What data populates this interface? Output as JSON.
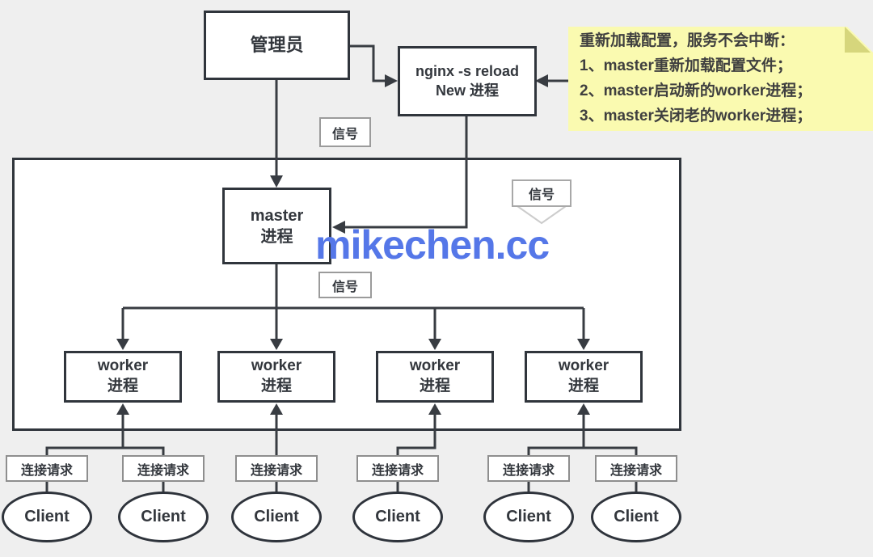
{
  "nodes": {
    "admin_label": "管理员",
    "reload_line1": "nginx -s reload",
    "reload_line2": "New 进程",
    "master_line1": "master",
    "master_line2": "进程",
    "worker_line1": "worker",
    "worker_line2": "进程",
    "signal_label": "信号",
    "request_label": "连接请求",
    "client_label": "Client"
  },
  "note": {
    "line1": "重新加载配置，服务不会中断：",
    "line2": "1、master重新加载配置文件；",
    "line3": "2、master启动新的worker进程；",
    "line4": "3、master关闭老的worker进程；"
  },
  "watermark": {
    "text": "mikechen.cc",
    "color": "#5577e8"
  },
  "colors": {
    "page_background": "#efefef",
    "box_border": "#30353c",
    "connector_line": "#383c42",
    "label_border": "#9b9b9b",
    "note_background": "#fafab0",
    "note_fold": "#d6d67c",
    "watermark_blue": "#5577e8"
  },
  "counts": {
    "workers": 4,
    "connection_requests": 6,
    "clients": 6
  }
}
